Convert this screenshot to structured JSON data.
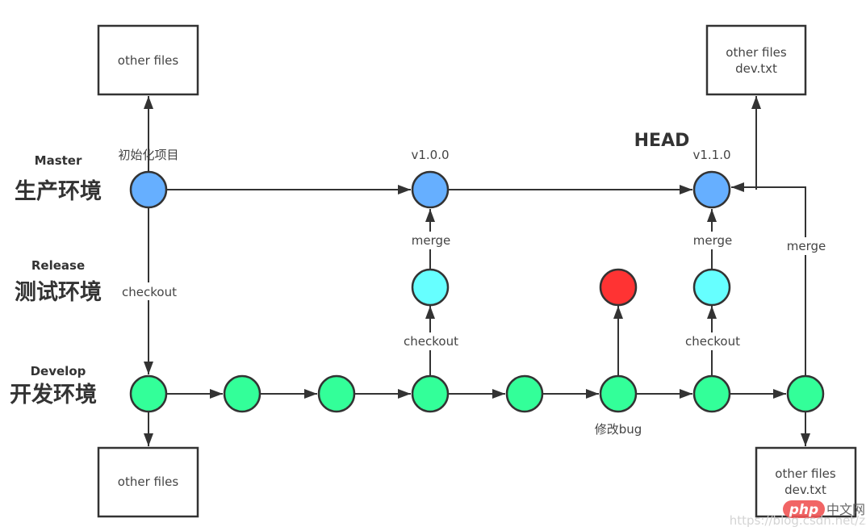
{
  "lanes": [
    {
      "id": "master",
      "en": "Master",
      "zh": "生产环境"
    },
    {
      "id": "release",
      "en": "Release",
      "zh": "测试环境"
    },
    {
      "id": "develop",
      "en": "Develop",
      "zh": "开发环境"
    }
  ],
  "head_label": "HEAD",
  "colors": {
    "master": "#66afff",
    "release": "#66ffff",
    "develop": "#33ff99",
    "bugfix": "#ff3333",
    "line": "#333333"
  },
  "nodes": [
    {
      "id": "m1",
      "lane": "master",
      "label": "初始化项目",
      "color_key": "master"
    },
    {
      "id": "m2",
      "lane": "master",
      "label": "v1.0.0",
      "color_key": "master"
    },
    {
      "id": "m3",
      "lane": "master",
      "label": "v1.1.0",
      "color_key": "master"
    },
    {
      "id": "r1",
      "lane": "release",
      "label": "",
      "color_key": "release"
    },
    {
      "id": "b1",
      "lane": "release",
      "label": "",
      "color_key": "bugfix"
    },
    {
      "id": "r2",
      "lane": "release",
      "label": "",
      "color_key": "release"
    },
    {
      "id": "d1",
      "lane": "develop",
      "label": "",
      "color_key": "develop"
    },
    {
      "id": "d2",
      "lane": "develop",
      "label": "",
      "color_key": "develop"
    },
    {
      "id": "d3",
      "lane": "develop",
      "label": "",
      "color_key": "develop"
    },
    {
      "id": "d4",
      "lane": "develop",
      "label": "",
      "color_key": "develop"
    },
    {
      "id": "d5",
      "lane": "develop",
      "label": "",
      "color_key": "develop"
    },
    {
      "id": "d6",
      "lane": "develop",
      "label": "修改bug",
      "color_key": "develop"
    },
    {
      "id": "d7",
      "lane": "develop",
      "label": "",
      "color_key": "develop"
    },
    {
      "id": "d8",
      "lane": "develop",
      "label": "",
      "color_key": "develop"
    }
  ],
  "edge_labels": {
    "checkout_master_develop": "checkout",
    "merge_r1_m2": "merge",
    "checkout_d4_r1": "checkout",
    "merge_r2_m3": "merge",
    "checkout_d7_r2": "checkout",
    "merge_d8_m3": "merge"
  },
  "boxes": {
    "top_left": [
      "other files"
    ],
    "top_right": [
      "other files",
      "dev.txt"
    ],
    "bottom_left": [
      "other files"
    ],
    "bottom_right": [
      "other files",
      "dev.txt"
    ]
  },
  "watermark": {
    "url": "https://blog.csdn.net/zzvar",
    "badge": "php",
    "site": "中文网"
  }
}
